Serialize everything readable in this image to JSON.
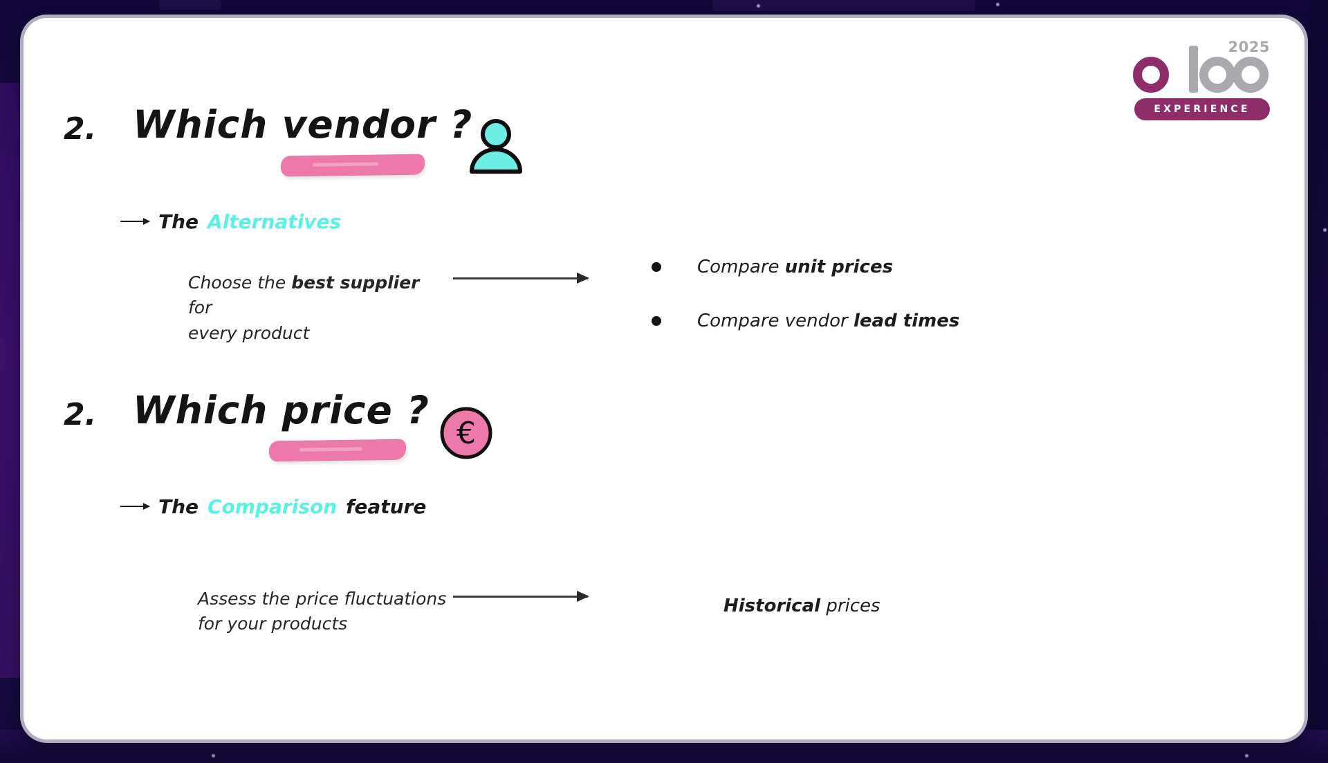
{
  "backdrop": {
    "color": "#140a3c",
    "left_band_color": "#3a1068"
  },
  "slide": {
    "background": "#ffffff",
    "logo": {
      "year": "2025",
      "brand": "odoo",
      "pill_label": "EXPERIENCE",
      "brand_accent": "#8f2d68",
      "brand_grey": "#a9a9ae"
    },
    "sections": [
      {
        "number": "2.",
        "title": "Which vendor ?",
        "highlight_color": "#ec79a9",
        "icon": "person-icon",
        "icon_color": "#6ceee4",
        "lead_prefix": "The",
        "lead_accent": "Alternatives",
        "lead_suffix": "",
        "accent_color": "#5bf0e4",
        "body_line1": "Choose the",
        "body_bold1": "best supplier",
        "body_line1_tail": "for",
        "body_line2": "every product",
        "right_items": [
          {
            "text": "Compare",
            "bold": "unit prices",
            "tail": ""
          },
          {
            "text": "Compare vendor",
            "bold": "lead times",
            "tail": ""
          }
        ]
      },
      {
        "number": "2.",
        "title": "Which price ?",
        "highlight_color": "#ec79a9",
        "icon": "euro-icon",
        "icon_color": "#ec79a9",
        "lead_prefix": "The",
        "lead_accent": "Comparison",
        "lead_suffix": "feature",
        "accent_color": "#5bf0e4",
        "body_line1": "Assess the price fluctuations",
        "body_line2": "for your products",
        "right_note_bold": "Historical",
        "right_note_tail": "prices"
      }
    ]
  }
}
